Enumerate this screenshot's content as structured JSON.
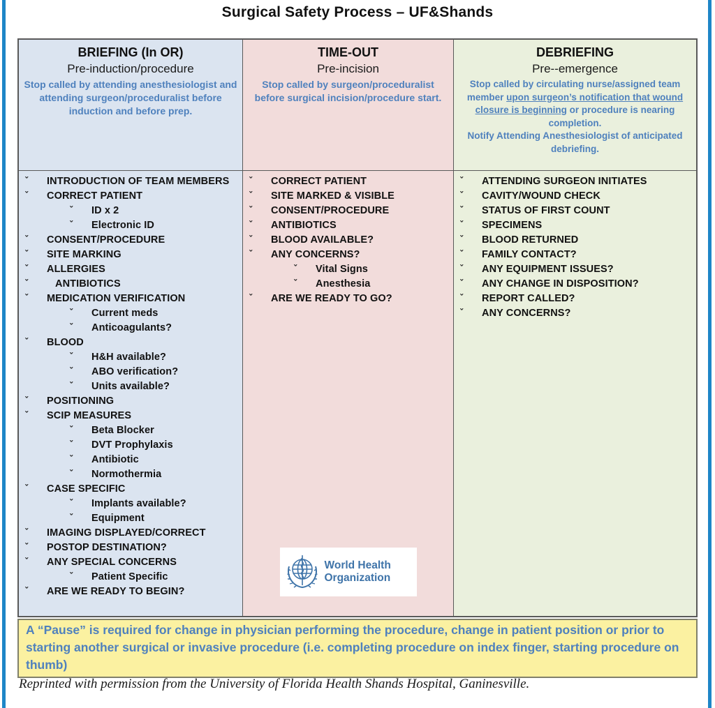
{
  "page": {
    "title": "Surgical Safety Process – UF&Shands",
    "attribution": "Reprinted with permission from the University of Florida Health Shands Hospital, Ganinesville."
  },
  "colors": {
    "accent_blue_text": "#4f81bd",
    "briefing_bg": "#dbe4f0",
    "timeout_bg": "#f2dcdb",
    "debriefing_bg": "#eaf0dd",
    "pause_note_bg": "#fbf1a1",
    "page_edge_blue": "#1e86c7",
    "table_border": "#595959"
  },
  "bullet": "ˇ",
  "columns": [
    {
      "title": "BRIEFING (In OR)",
      "subtitle": "Pre-induction/procedure",
      "description_parts": [
        {
          "text": "Stop called by attending anesthesiologist and attending surgeon/proceduralist before induction and before prep.",
          "u": false
        }
      ],
      "items": [
        {
          "label": "INTRODUCTION OF TEAM MEMBERS",
          "level": 1
        },
        {
          "label": "CORRECT PATIENT",
          "level": 1
        },
        {
          "label": "ID x 2",
          "level": 2
        },
        {
          "label": "Electronic ID",
          "level": 2
        },
        {
          "label": "CONSENT/PROCEDURE",
          "level": 1
        },
        {
          "label": "SITE MARKING",
          "level": 1
        },
        {
          "label": "ALLERGIES",
          "level": 1
        },
        {
          "label": "ANTIBIOTICS",
          "level": 1,
          "extra": true
        },
        {
          "label": "MEDICATION VERIFICATION",
          "level": 1
        },
        {
          "label": "Current meds",
          "level": 2
        },
        {
          "label": "Anticoagulants?",
          "level": 2
        },
        {
          "label": "BLOOD",
          "level": 1
        },
        {
          "label": "H&H available?",
          "level": 2
        },
        {
          "label": "ABO verification?",
          "level": 2
        },
        {
          "label": "Units available?",
          "level": 2
        },
        {
          "label": "POSITIONING",
          "level": 1
        },
        {
          "label": "SCIP MEASURES",
          "level": 1
        },
        {
          "label": "Beta Blocker",
          "level": 2
        },
        {
          "label": "DVT Prophylaxis",
          "level": 2
        },
        {
          "label": "Antibiotic",
          "level": 2
        },
        {
          "label": "Normothermia",
          "level": 2
        },
        {
          "label": "CASE SPECIFIC",
          "level": 1
        },
        {
          "label": "Implants available?",
          "level": 2
        },
        {
          "label": "Equipment",
          "level": 2
        },
        {
          "label": "IMAGING DISPLAYED/CORRECT",
          "level": 1
        },
        {
          "label": "POSTOP DESTINATION?",
          "level": 1
        },
        {
          "label": "ANY SPECIAL CONCERNS",
          "level": 1
        },
        {
          "label": "Patient Specific",
          "level": 2
        },
        {
          "label": "ARE WE READY TO BEGIN?",
          "level": 1
        }
      ]
    },
    {
      "title": "TIME-OUT",
      "subtitle": "Pre-incision",
      "description_parts": [
        {
          "text": "Stop called by surgeon/proceduralist before surgical incision/procedure start.",
          "u": false
        }
      ],
      "items": [
        {
          "label": "CORRECT PATIENT",
          "level": 1
        },
        {
          "label": "SITE MARKED & VISIBLE",
          "level": 1
        },
        {
          "label": "CONSENT/PROCEDURE",
          "level": 1
        },
        {
          "label": "ANTIBIOTICS",
          "level": 1
        },
        {
          "label": "BLOOD AVAILABLE?",
          "level": 1
        },
        {
          "label": "ANY CONCERNS?",
          "level": 1
        },
        {
          "label": "Vital Signs",
          "level": 2
        },
        {
          "label": "Anesthesia",
          "level": 2
        },
        {
          "label": "ARE WE READY TO GO?",
          "level": 1
        }
      ]
    },
    {
      "title": "DEBRIEFING",
      "subtitle": "Pre--emergence",
      "description_parts": [
        {
          "text": "Stop called by circulating nurse/assigned team member ",
          "u": false
        },
        {
          "text": "upon surgeon’s notification that wound closure is beginning",
          "u": true
        },
        {
          "text": " or procedure is nearing completion.\nNotify Attending Anesthesiologist of anticipated debriefing.",
          "u": false
        }
      ],
      "items": [
        {
          "label": "ATTENDING SURGEON INITIATES",
          "level": 1
        },
        {
          "label": "CAVITY/WOUND CHECK",
          "level": 1
        },
        {
          "label": "STATUS OF FIRST COUNT",
          "level": 1
        },
        {
          "label": "SPECIMENS",
          "level": 1
        },
        {
          "label": "BLOOD RETURNED",
          "level": 1
        },
        {
          "label": "FAMILY CONTACT?",
          "level": 1
        },
        {
          "label": "ANY EQUIPMENT ISSUES?",
          "level": 1
        },
        {
          "label": "ANY CHANGE IN DISPOSITION?",
          "level": 1
        },
        {
          "label": "REPORT CALLED?",
          "level": 1
        },
        {
          "label": "ANY CONCERNS?",
          "level": 1
        }
      ]
    }
  ],
  "who_logo": {
    "line1": "World Health",
    "line2": "Organization"
  },
  "pause_note": "A “Pause” is required for change in physician performing the procedure, change in patient position or prior to starting another surgical or invasive procedure (i.e. completing procedure on index finger, starting procedure on thumb)"
}
